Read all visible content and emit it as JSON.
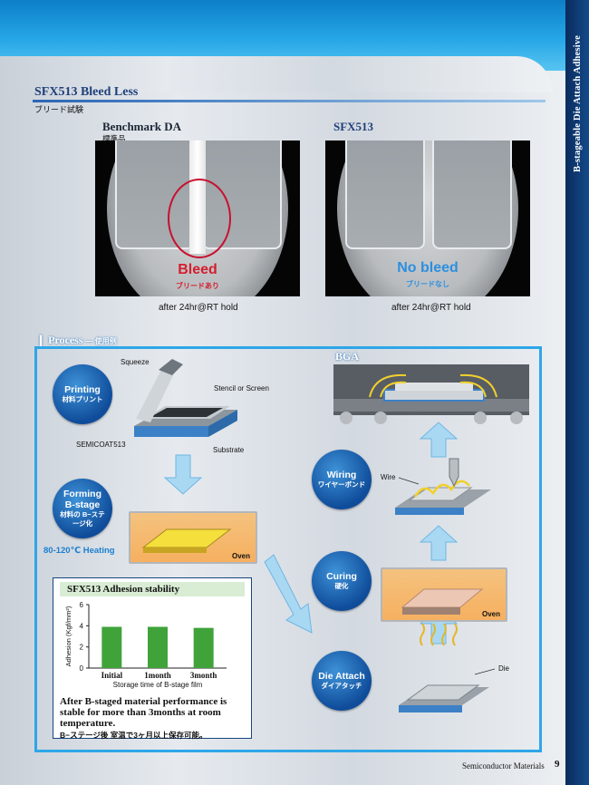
{
  "sidebar": {
    "label": "B-stageable Die Attach Adhesive"
  },
  "section": {
    "title": "SFX513 Bleed Less",
    "subtitle": "ブリード試験"
  },
  "compare": {
    "left": {
      "title": "Benchmark DA",
      "subtitle": "標準品",
      "result": "Bleed",
      "result_jp": "ブリードあり",
      "caption": "after 24hr@RT hold",
      "color": "#d41e2e"
    },
    "right": {
      "title": "SFX513",
      "result": "No bleed",
      "result_jp": "ブリードなし",
      "caption": "after 24hr@RT hold",
      "color": "#2b8fe0"
    }
  },
  "process": {
    "title": "Process",
    "title_jp": "— 使用例",
    "steps": {
      "printing": {
        "en": "Printing",
        "jp": "材料プリント"
      },
      "forming": {
        "en": "Forming B-stage",
        "jp": "材料の B−ステージ化"
      },
      "die_attach": {
        "en": "Die Attach",
        "jp": "ダイアタッチ"
      },
      "curing": {
        "en": "Curing",
        "jp": "硬化"
      },
      "wiring": {
        "en": "Wiring",
        "jp": "ワイヤーボンド"
      }
    },
    "labels": {
      "squeeze": "Squeeze",
      "stencil": "Stencil or Screen",
      "semicoat": "SEMICOAT513",
      "substrate": "Substrate",
      "oven": "Oven",
      "wire": "Wire",
      "die": "Die",
      "heating": "80-120℃ Heating",
      "bga": "BGA"
    }
  },
  "chart_data": {
    "type": "bar",
    "title": "SFX513 Adhesion stability",
    "categories": [
      "Initial",
      "1month",
      "3month"
    ],
    "values": [
      3.9,
      3.9,
      3.8
    ],
    "xlabel": "Storage time of B-stage film",
    "ylabel": "Adhesion (Kgf/mm²)",
    "ylim": [
      0,
      6
    ],
    "yticks": [
      0,
      2,
      4,
      6
    ],
    "bar_color": "#3fa33a",
    "grid": false
  },
  "chart_desc": {
    "en": "After B-staged material performance is stable for more than 3months at room temperature.",
    "jp": "B−ステージ後 室温で3ヶ月以上保存可能。"
  },
  "footer": {
    "title": "Semiconductor Materials",
    "page": "9"
  }
}
